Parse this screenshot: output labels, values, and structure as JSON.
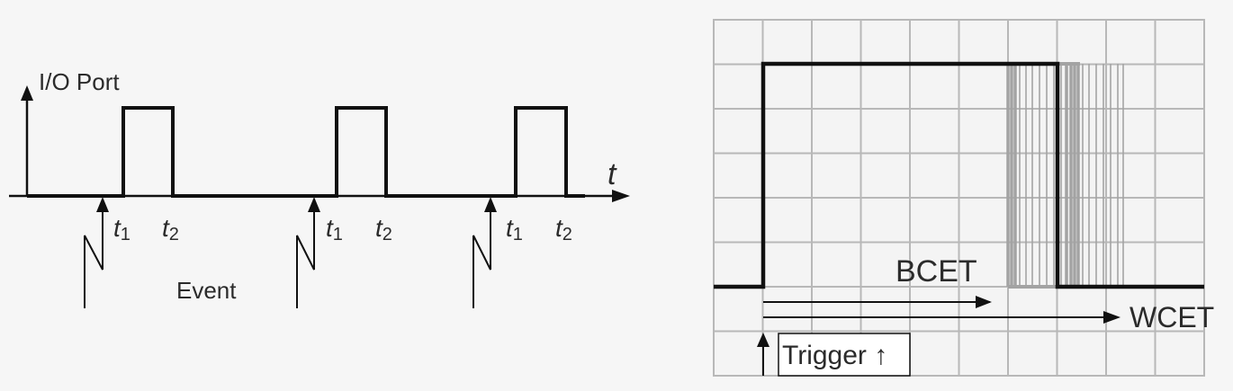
{
  "left_diagram": {
    "y_axis_label": "I/O Port",
    "x_axis_label": "t",
    "event_label": "Event",
    "pulses": [
      {
        "start_sym": "t",
        "start_sub": "1",
        "end_sym": "t",
        "end_sub": "2"
      },
      {
        "start_sym": "t",
        "start_sub": "1",
        "end_sym": "t",
        "end_sub": "2"
      },
      {
        "start_sym": "t",
        "start_sub": "1",
        "end_sym": "t",
        "end_sub": "2"
      }
    ]
  },
  "right_diagram": {
    "bcet_label": "BCET",
    "wcet_label": "WCET",
    "trigger_label": "Trigger ↑"
  },
  "colors": {
    "signal": "#111111",
    "grid": "#b8b8b8",
    "jitter": "#a0a0a0",
    "text": "#2b2b2b"
  }
}
